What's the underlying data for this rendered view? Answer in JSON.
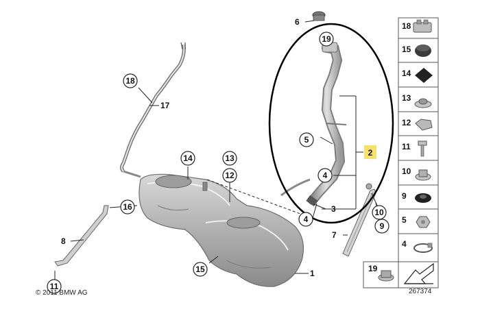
{
  "diagram": {
    "copyright": "© 2011 BMW AG",
    "figure_number": "267374",
    "callouts": {
      "c1": "1",
      "c2": "2",
      "c3": "3",
      "c4a": "4",
      "c4b": "4",
      "c5": "5",
      "c6": "6",
      "c7": "7",
      "c8": "8",
      "c9": "9",
      "c10": "10",
      "c11": "11",
      "c12": "12",
      "c13": "13",
      "c14": "14",
      "c15": "15",
      "c16": "16",
      "c17": "17",
      "c18": "18",
      "c19": "19"
    },
    "legend_items": [
      {
        "label": "18",
        "icon": "clip-icon"
      },
      {
        "label": "15",
        "icon": "plug-icon"
      },
      {
        "label": "14",
        "icon": "pad-icon"
      },
      {
        "label": "13",
        "icon": "grommet-icon"
      },
      {
        "label": "12",
        "icon": "bracket-clip-icon"
      },
      {
        "label": "11",
        "icon": "screw-icon"
      },
      {
        "label": "10",
        "icon": "nut-icon"
      },
      {
        "label": "9",
        "icon": "grommet-black-icon"
      },
      {
        "label": "5",
        "icon": "hex-nut-icon"
      },
      {
        "label": "4",
        "icon": "hose-clamp-icon"
      }
    ],
    "legend_bottom": {
      "label": "19",
      "icon": "cap-nut-icon"
    }
  }
}
